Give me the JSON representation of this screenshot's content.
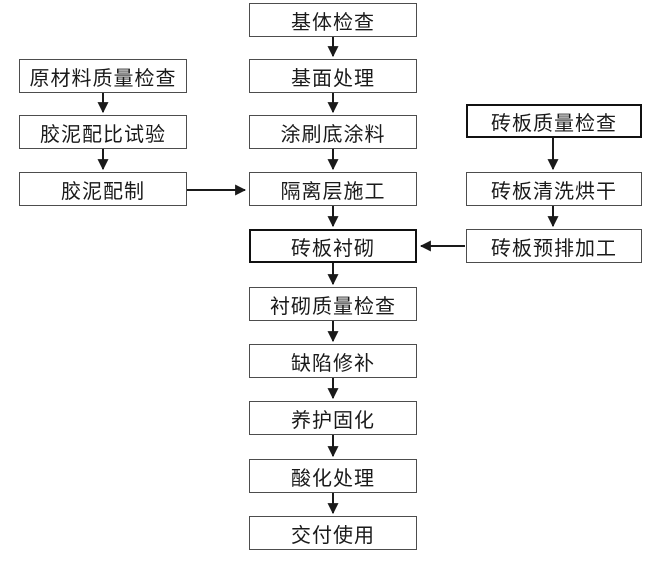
{
  "diagram": {
    "type": "flowchart",
    "nodes": {
      "left": [
        "原材料质量检查",
        "胶泥配比试验",
        "胶泥配制"
      ],
      "center": [
        "基体检查",
        "基面处理",
        "涂刷底涂料",
        "隔离层施工",
        "砖板衬砌",
        "衬砌质量检查",
        "缺陷修补",
        "养护固化",
        "酸化处理",
        "交付使用"
      ],
      "right": [
        "砖板质量检查",
        "砖板清洗烘干",
        "砖板预排加工"
      ]
    },
    "edges": [
      {
        "from": "基体检查",
        "to": "基面处理"
      },
      {
        "from": "基面处理",
        "to": "涂刷底涂料"
      },
      {
        "from": "涂刷底涂料",
        "to": "隔离层施工"
      },
      {
        "from": "隔离层施工",
        "to": "砖板衬砌"
      },
      {
        "from": "砖板衬砌",
        "to": "衬砌质量检查"
      },
      {
        "from": "衬砌质量检查",
        "to": "缺陷修补"
      },
      {
        "from": "缺陷修补",
        "to": "养护固化"
      },
      {
        "from": "养护固化",
        "to": "酸化处理"
      },
      {
        "from": "酸化处理",
        "to": "交付使用"
      },
      {
        "from": "原材料质量检查",
        "to": "胶泥配比试验"
      },
      {
        "from": "胶泥配比试验",
        "to": "胶泥配制"
      },
      {
        "from": "胶泥配制",
        "to": "隔离层施工"
      },
      {
        "from": "砖板质量检查",
        "to": "砖板清洗烘干"
      },
      {
        "from": "砖板清洗烘干",
        "to": "砖板预排加工"
      },
      {
        "from": "砖板预排加工",
        "to": "砖板衬砌"
      }
    ],
    "emphasized_nodes": [
      "砖板衬砌",
      "砖板质量检查"
    ]
  },
  "colors": {
    "background": "#ffffff",
    "box_border": "#4d4d4d",
    "box_border_emphasis": "#111111",
    "text": "#1a1a1a",
    "arrow": "#1a1a1a"
  }
}
